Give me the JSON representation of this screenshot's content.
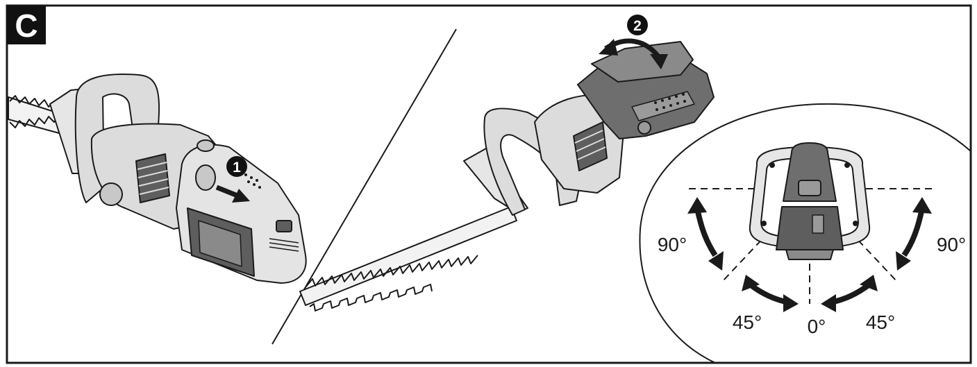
{
  "panel": {
    "letter": "C"
  },
  "steps": {
    "step1": "1",
    "step2": "2"
  },
  "angles": {
    "left_90": "90°",
    "right_90": "90°",
    "left_45": "45°",
    "center_0": "0°",
    "right_45": "45°"
  },
  "colors": {
    "line": "#1a1a1a",
    "body_gray": "#dcdcdc",
    "dark_gray": "#5e5e5e",
    "badge": "#111111",
    "background": "#ffffff"
  },
  "icons": {
    "arrow_step1": "slide-arrow",
    "arrow_step2": "rotate-arrow",
    "rotation_arrows": "curved-double-arrow"
  }
}
